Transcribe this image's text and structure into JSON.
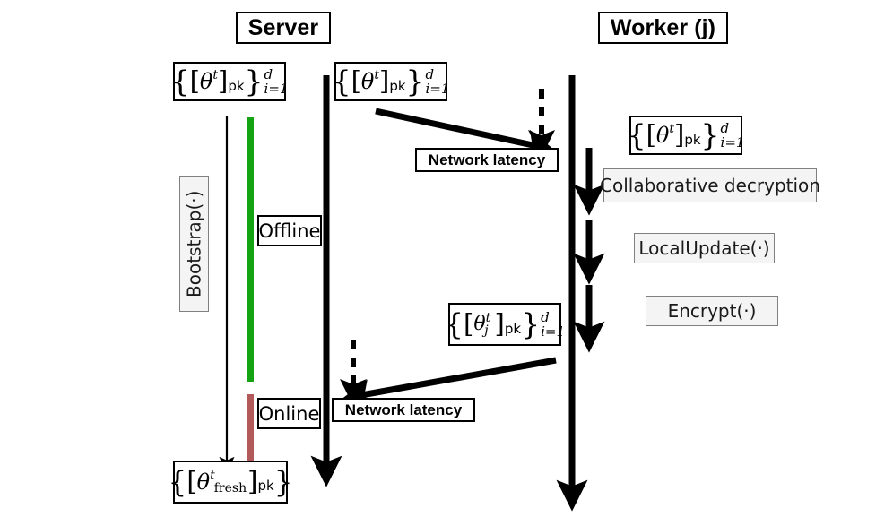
{
  "diagram": {
    "type": "sequence-diagram",
    "title_not_shown": "",
    "lanes": [
      {
        "name": "server",
        "label": "Server"
      },
      {
        "name": "worker",
        "label": "Worker (j)"
      }
    ],
    "colors": {
      "offline_bar": "#13a313",
      "online_bar": "#b25a5a",
      "lifeline": "#000000",
      "op_box_fill": "#f4f4f4",
      "op_box_border": "#808080",
      "background": "#ffffff"
    },
    "headers": {
      "server": "Server",
      "worker": "Worker (j)"
    },
    "phases": {
      "offline": "Offline",
      "online": "Online"
    },
    "operations": {
      "bootstrap": "Bootstrap(·)",
      "collaborative_decryption": "Collaborative decryption",
      "local_update": "LocalUpdate(·)",
      "encrypt": "Encrypt(·)"
    },
    "messages": {
      "network_latency_down": "Network latency",
      "network_latency_up": "Network latency"
    },
    "math_labels": {
      "ciphertext_server_top": "{[θ^t]_pk}^d_{i=1}",
      "ciphertext_lifeline_top": "{[θ^t]_pk}^d_{i=1}",
      "ciphertext_worker_top": "{[θ^t]_pk}^d_{i=1}",
      "ciphertext_worker_result": "{[θ^t_j]_pk}^d_{i=1}",
      "ciphertext_fresh": "{[θ^t_fresh]_pk}"
    },
    "symbols": {
      "theta": "θ",
      "sup_t": "t",
      "sub_j": "j",
      "sub_fresh": "fresh",
      "pk": "pk",
      "sup_d": "d",
      "sub_i1": "i=1",
      "lbrace": "{",
      "rbrace": "}",
      "lbracket": "[",
      "rbracket": "]"
    }
  }
}
